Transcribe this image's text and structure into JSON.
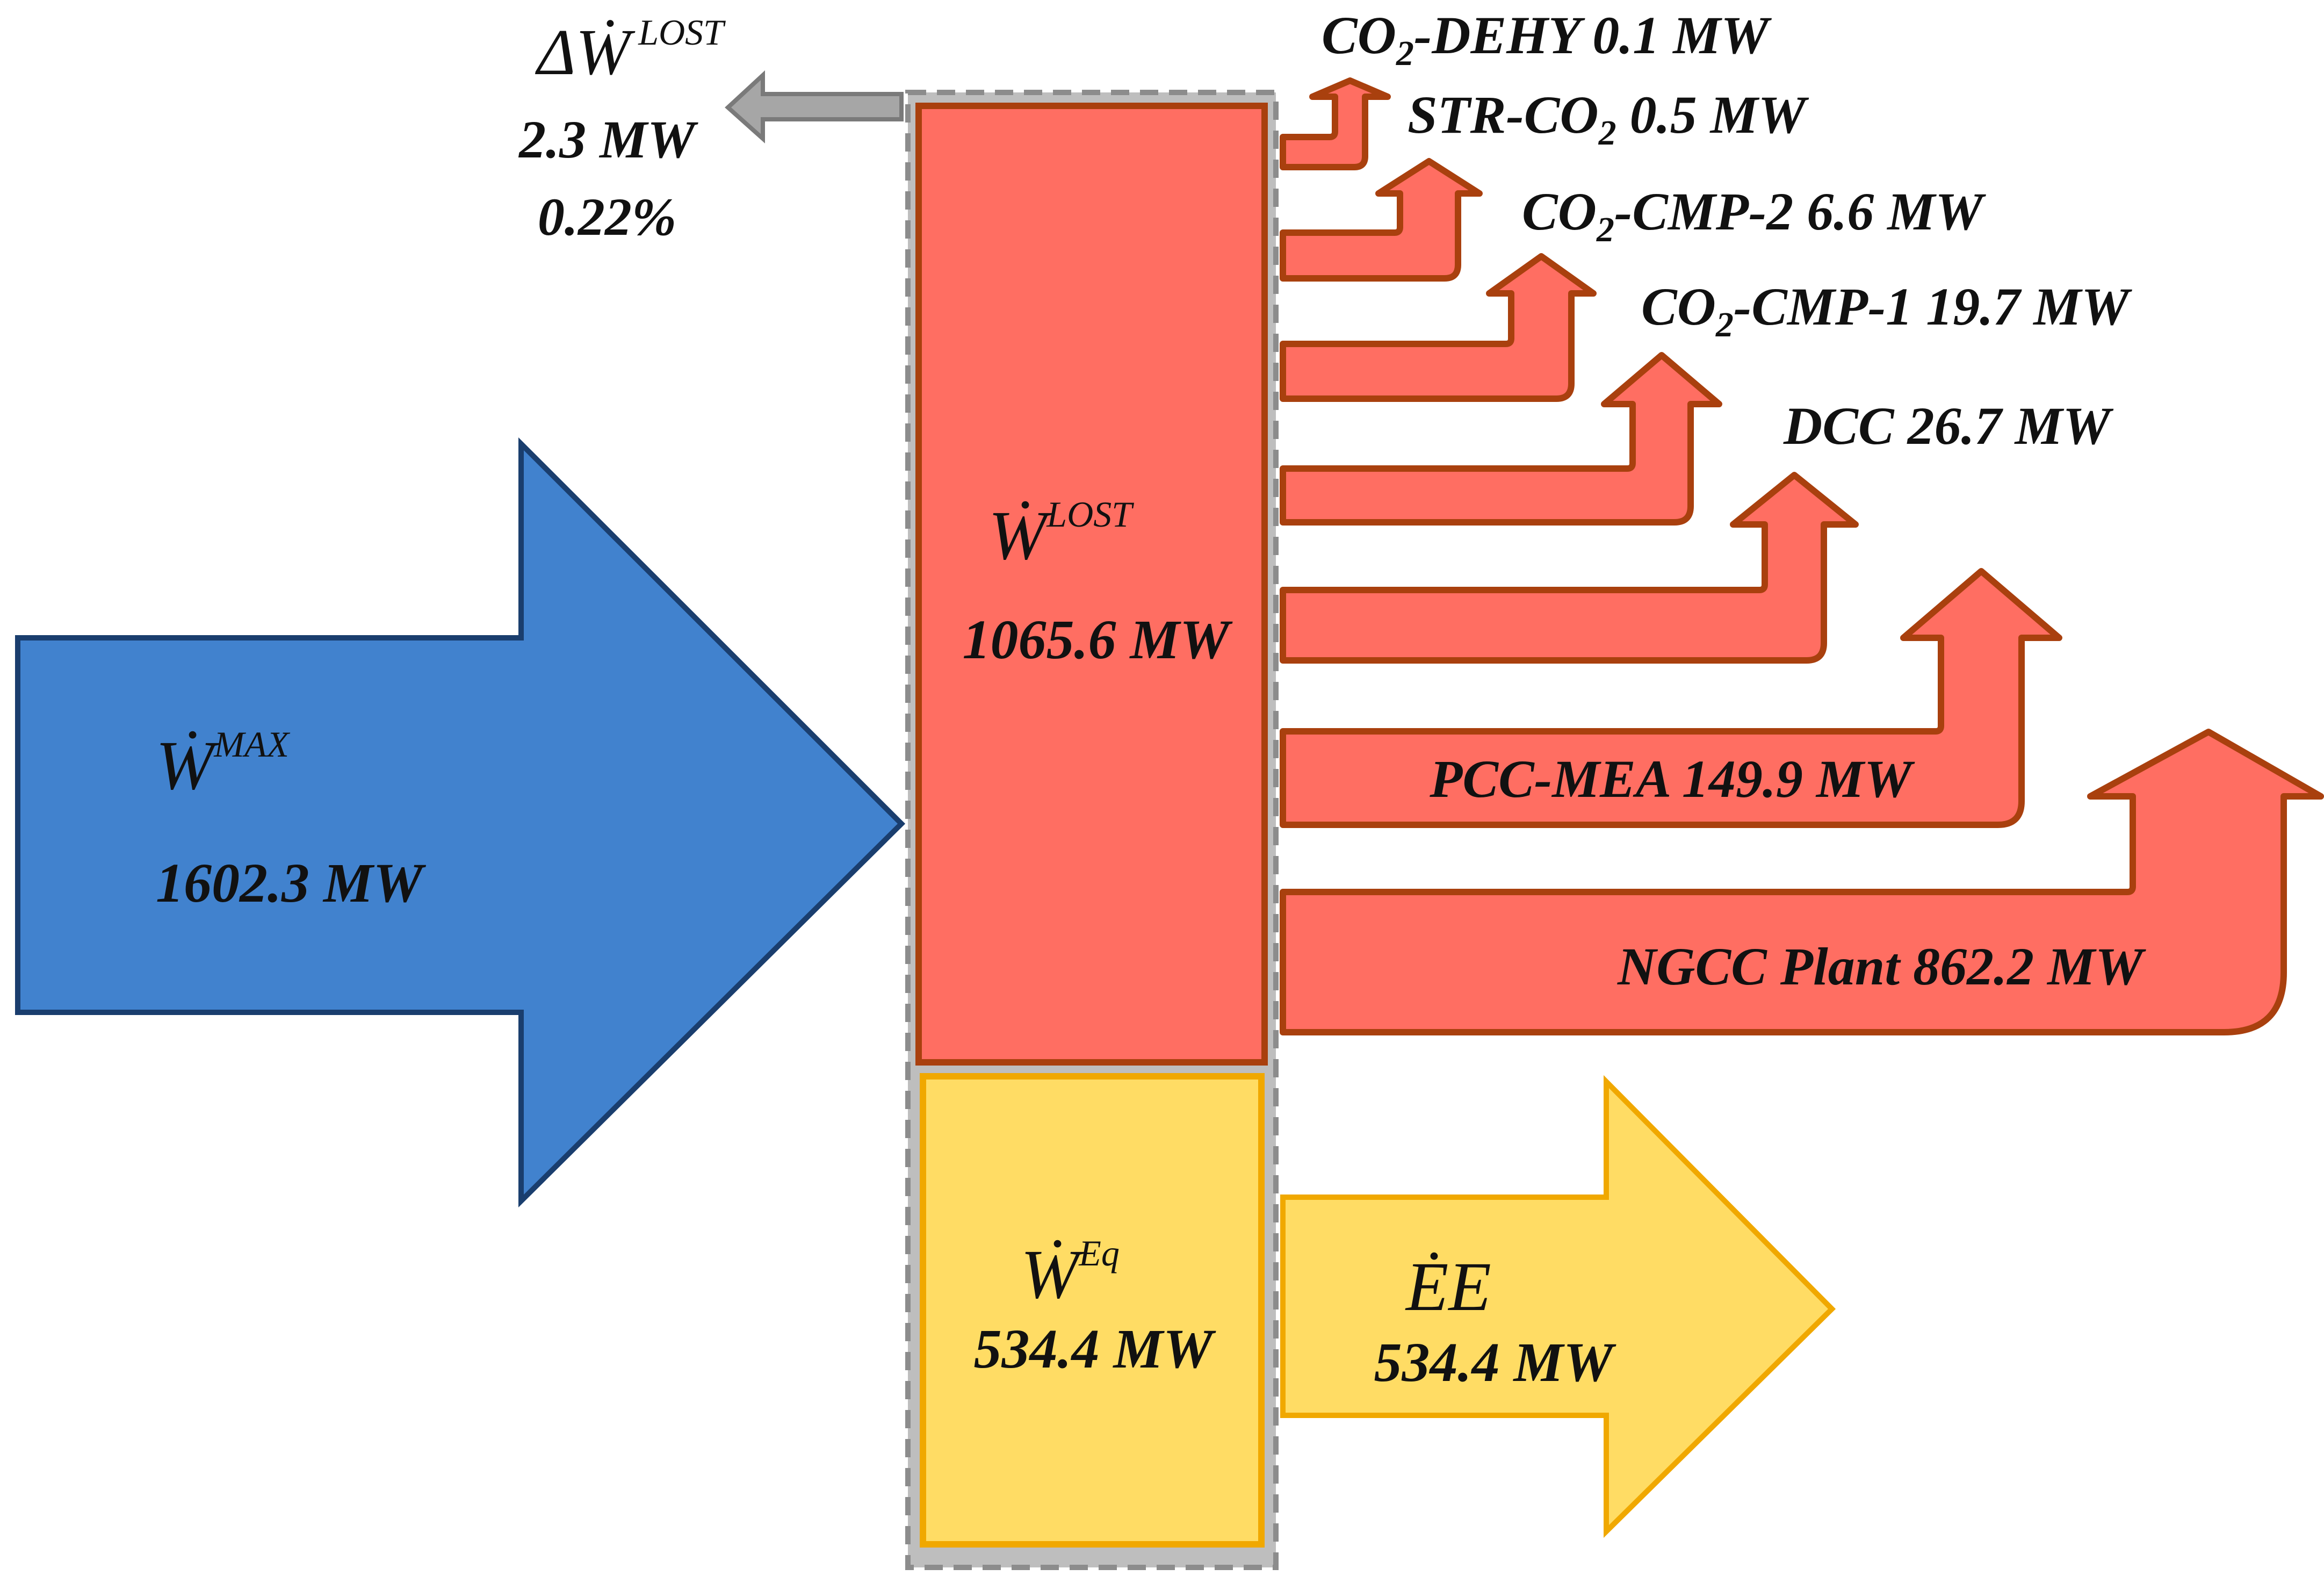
{
  "colors": {
    "input_fill": "#4182CE",
    "input_stroke": "#1A3E6E",
    "lost_fill": "#FF6E62",
    "lost_stroke": "#A9400E",
    "eq_fill": "#FFDC64",
    "eq_stroke": "#F0A800",
    "boundary": "#8C8C8C",
    "leak_fill": "#A6A6A6"
  },
  "input": {
    "symbol": "Ẇ",
    "sup": "MAX",
    "value": "1602.3 MW"
  },
  "leak": {
    "symbol": "ΔẆ",
    "sup": "LOST",
    "value": "2.3 MW",
    "percent": "0.22%"
  },
  "lost": {
    "symbol": "Ẇ",
    "sup": "LOST",
    "value": "1065.6 MW"
  },
  "equivalent": {
    "symbol": "Ẇ",
    "sup": "Eq",
    "value": "534.4 MW"
  },
  "output": {
    "symbol": "ĖE",
    "value": "534.4 MW"
  },
  "losses": [
    {
      "pre": "CO",
      "sub": "2",
      "post": "-DEHY 0.1 MW",
      "value_mw": 0.1
    },
    {
      "pre": "STR-CO",
      "sub": "2",
      "post": " 0.5 MW",
      "value_mw": 0.5
    },
    {
      "pre": "CO",
      "sub": "2",
      "post": "-CMP-2 6.6 MW",
      "value_mw": 6.6
    },
    {
      "pre": "CO",
      "sub": "2",
      "post": "-CMP-1 19.7 MW",
      "value_mw": 19.7
    },
    {
      "pre": "DCC 26.7 MW",
      "sub": "",
      "post": "",
      "value_mw": 26.7
    },
    {
      "pre": "PCC-MEA 149.9 MW",
      "sub": "",
      "post": "",
      "value_mw": 149.9
    },
    {
      "pre": "NGCC Plant 862.2 MW",
      "sub": "",
      "post": "",
      "value_mw": 862.2
    }
  ]
}
